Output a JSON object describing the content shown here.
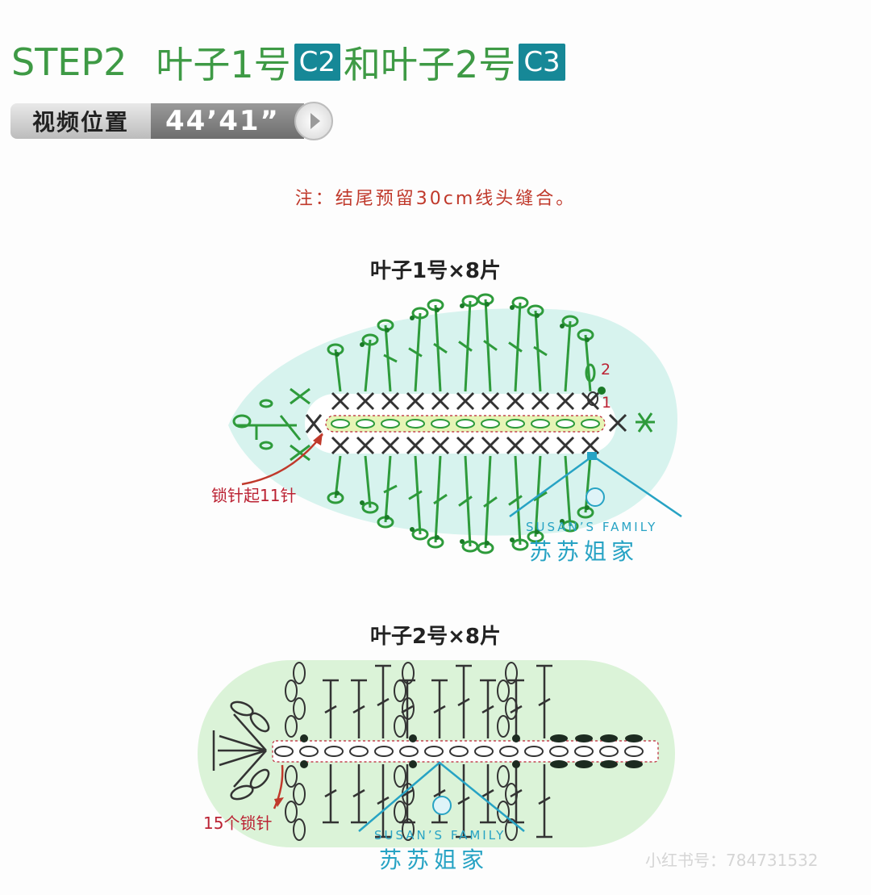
{
  "header": {
    "step": "STEP2",
    "leaf1_label": "叶子1号",
    "badge1": "C2",
    "and": "和",
    "leaf2_label": "叶子2号",
    "badge2": "C3"
  },
  "video": {
    "label": "视频位置",
    "time": "44’41”",
    "play_icon": "play-icon"
  },
  "note": "注：结尾预留30cm线头缝合。",
  "leaf1": {
    "title": "叶子1号×8片",
    "chain_note": "锁针起11针",
    "row_labels": [
      "1",
      "2"
    ],
    "chain_count": 11
  },
  "leaf2": {
    "title": "叶子2号×8片",
    "chain_note": "15个锁针",
    "chain_count": 15
  },
  "watermark": {
    "en": "SUSAN’S FAMILY",
    "cn": "苏苏姐家"
  },
  "platform": {
    "text": "小红书号：784731532"
  },
  "colors": {
    "title_green": "#3e9a45",
    "badge_teal": "#168897",
    "note_red": "#c0392b",
    "stitch_green": "#2e9b3b",
    "leaf1_bg": "#d7f3ee",
    "leaf2_bg": "#dbf3d8",
    "watermark_blue": "#27a3c4"
  }
}
